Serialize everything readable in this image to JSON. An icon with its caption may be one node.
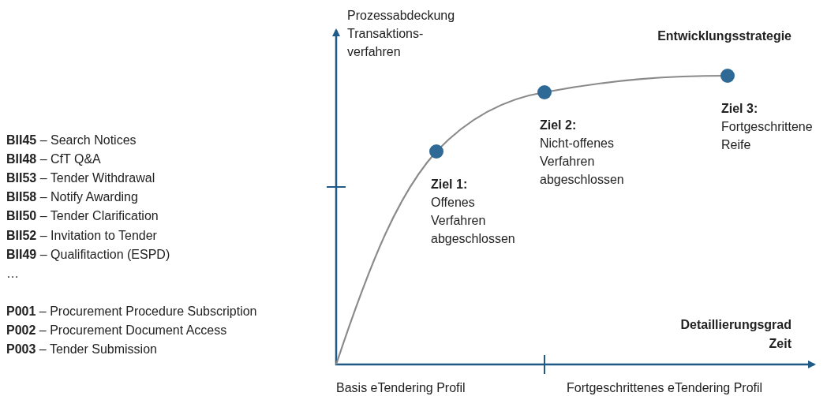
{
  "diagram": {
    "nodes": [
      {
        "text": [],
        "shape": "circle",
        "beside": [
          "Ziel 1:",
          "Offenes Verfahren abgeschlossen"
        ]
      },
      {
        "text": [],
        "shape": "circle",
        "beside": [
          "Ziel 2:",
          "Nicht-offenes Verfahren abgeschlossen"
        ]
      },
      {
        "text": [],
        "shape": "circle",
        "beside": [
          "Ziel 3:",
          "Fortgeschrittene Reife"
        ]
      }
    ],
    "labels": [
      "**BII45** – Search Notices",
      "**BII48** – CfT Q&A",
      "**BII53** – Tender Withdrawal",
      "**BII58** – Notify Awarding",
      "**BII50** – Tender Clarification",
      "**BII52** – Invitation to Tender",
      "**BII49** – Qualifitaction (ESPD)",
      "…",
      "**P001** – Procurement Procedure Subscription",
      "**P002** – Procurement Document Access",
      "**P003** – Tender Submission",
      "Prozessabdeckung Transaktions-verfahren",
      "Entwicklungsstrategie",
      "Detaillierungsgrad",
      "Zeit",
      "Basis eTendering Profil",
      "Fortgeschrittenes eTendering Profil"
    ]
  }
}
